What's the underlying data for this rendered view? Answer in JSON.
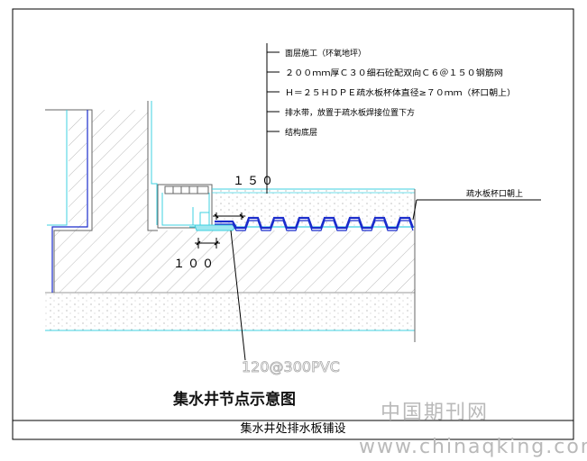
{
  "diagram": {
    "title": "集水井节点示意图",
    "caption": "集水井处排水板铺设",
    "layer_labels": [
      "面层施工（环氧地坪）",
      "２００ｍｍ厚Ｃ３０细石砼配双向Ｃ６＠１５０钢筋网",
      "Ｈ＝２５ＨＤＰＥ疏水板杯体直径≥７０ｍｍ（杯口朝上）",
      "排水带，放置于疏水板焊接位置下方",
      "结构底层"
    ],
    "side_label": "疏水板杯口朝上",
    "dim_top": "１５０",
    "dim_bottom": "１００",
    "pipe_note": "120@300PVC"
  },
  "watermark": {
    "cn": "中国期刊网",
    "en": "www.chinaqking.com"
  },
  "colors": {
    "cyan": "#3fd0e0",
    "blue": "#1a2ccc",
    "hatch": "#999999"
  }
}
